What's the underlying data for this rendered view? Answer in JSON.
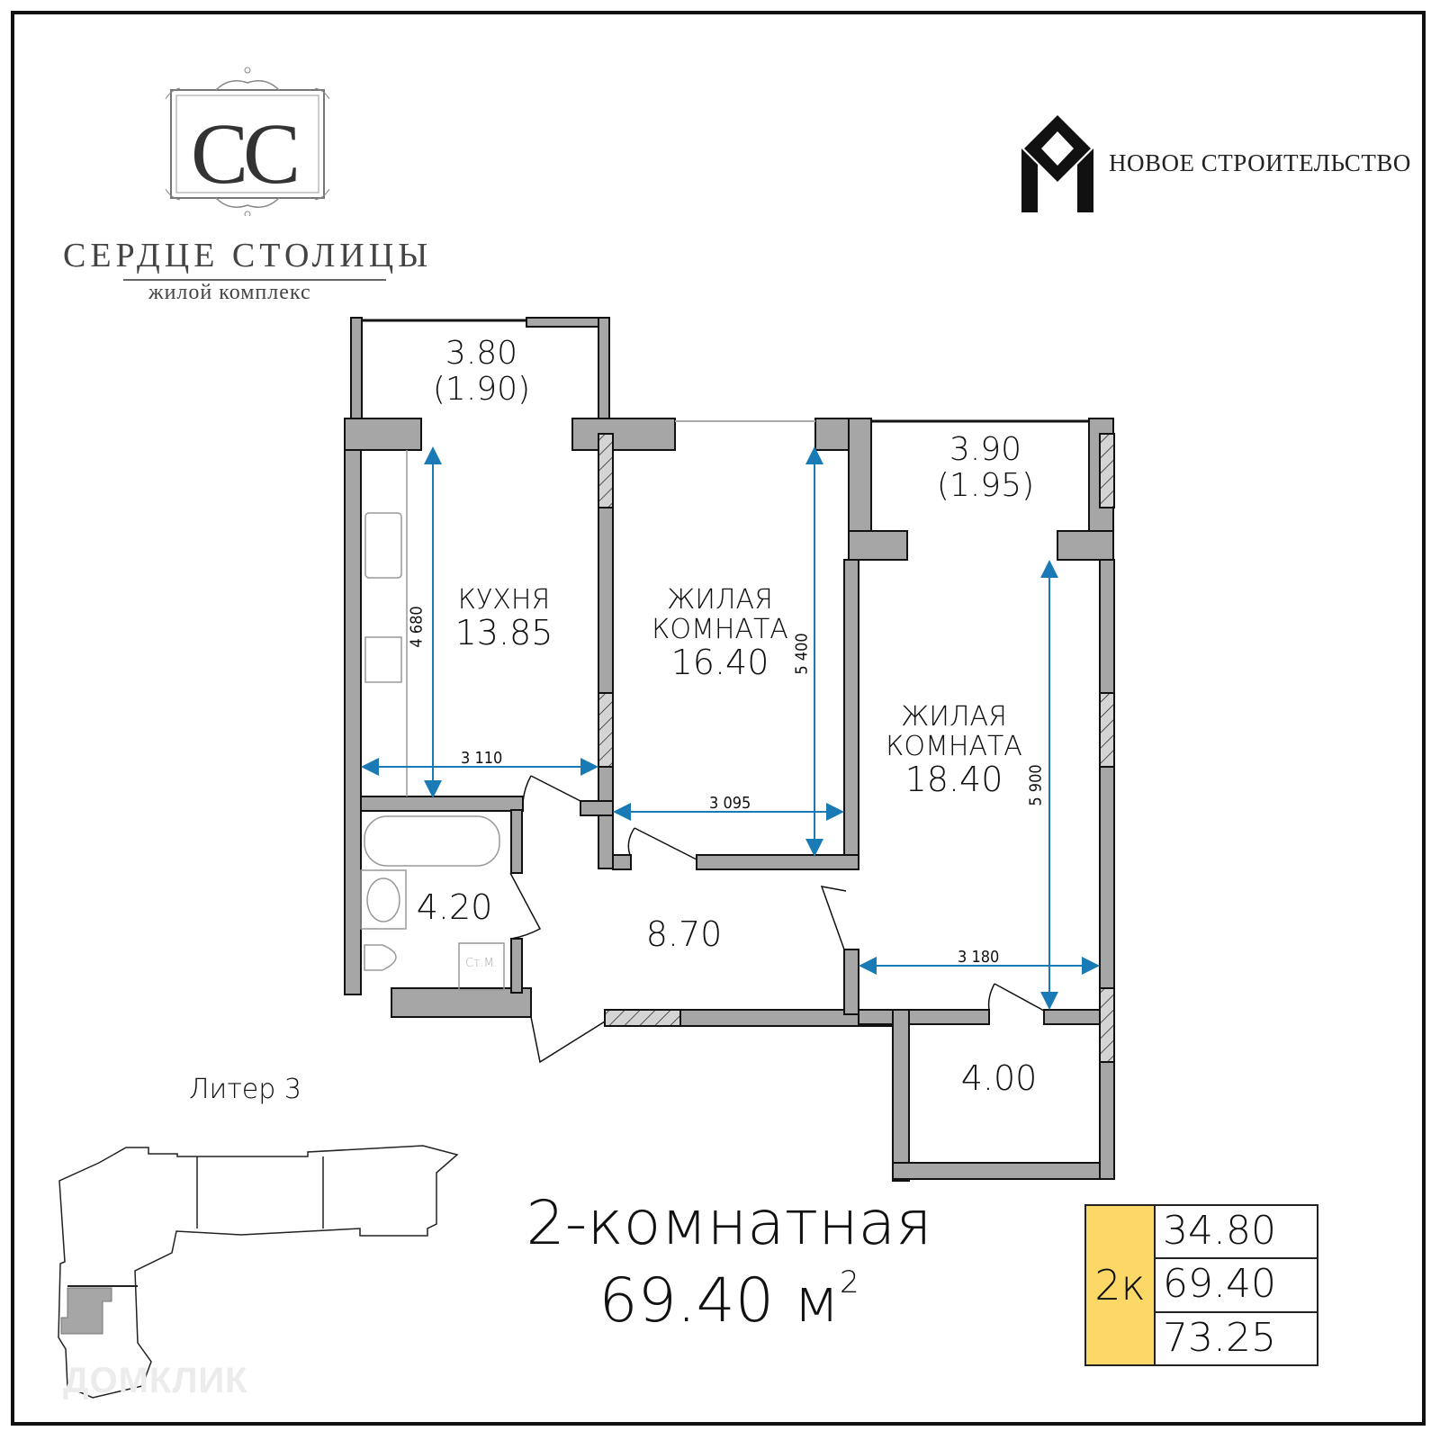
{
  "branding": {
    "complex_monogram": "CC",
    "complex_name": "СЕРДЦЕ СТОЛИЦЫ",
    "complex_subtitle": "жилой комплекс",
    "developer_name": "НОВОЕ СТРОИТЕЛЬСТВО"
  },
  "plan": {
    "rooms": [
      {
        "id": "balcony-kitchen",
        "name": "",
        "area": "3.80",
        "area_reduced": "(1.90)"
      },
      {
        "id": "kitchen",
        "name": "КУХНЯ",
        "area": "13.85",
        "dim_length": "4 680",
        "dim_width": "3 110"
      },
      {
        "id": "living-1",
        "name_line1": "ЖИЛАЯ",
        "name_line2": "КОМНАТА",
        "area": "16.40",
        "dim_length": "5 400",
        "dim_width": "3 095"
      },
      {
        "id": "balcony-living",
        "name": "",
        "area": "3.90",
        "area_reduced": "(1.95)"
      },
      {
        "id": "living-2",
        "name_line1": "ЖИЛАЯ",
        "name_line2": "КОМНАТА",
        "area": "18.40",
        "dim_length": "5 900",
        "dim_width": "3 180"
      },
      {
        "id": "bathroom",
        "name": "",
        "area": "4.20",
        "appliance_label": "Ст.М."
      },
      {
        "id": "hallway",
        "name": "",
        "area": "8.70"
      },
      {
        "id": "storage",
        "name": "",
        "area": "4.00"
      }
    ],
    "dimension_color": "#1a7ab5",
    "wall_color": "#a6a6a6"
  },
  "building": {
    "label": "Литер 3",
    "highlight_color": "#a6a6a6"
  },
  "summary": {
    "title": "2-комнатная",
    "total_area": "69.40 м",
    "total_area_unit_sup": "2"
  },
  "area_table": {
    "type_label": "2к",
    "type_color": "#fcd966",
    "values": [
      "34.80",
      "69.40",
      "73.25"
    ]
  },
  "watermark": "ДОМКЛИК"
}
